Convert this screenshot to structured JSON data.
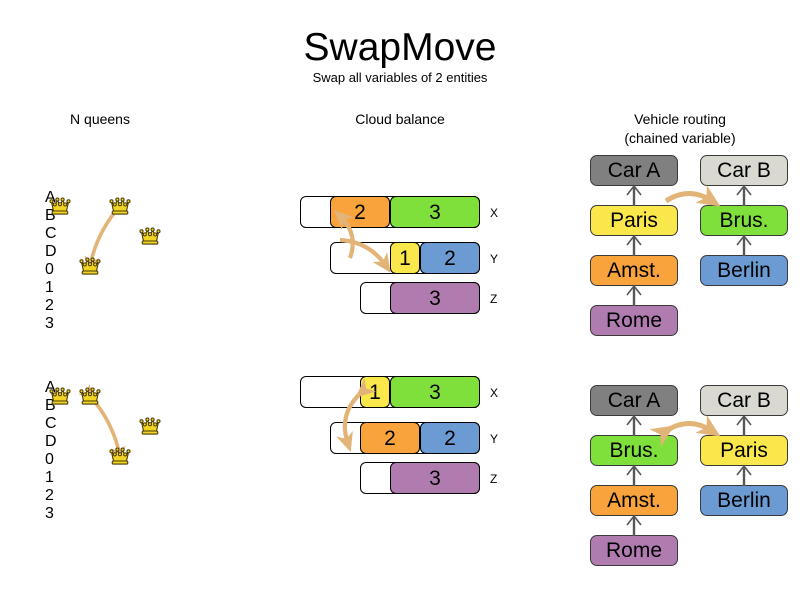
{
  "header": {
    "title": "SwapMove",
    "subtitle": "Swap all variables of 2 entities"
  },
  "columns": [
    {
      "key": "nqueens",
      "title": "N queens"
    },
    {
      "key": "cloud",
      "title": "Cloud balance"
    },
    {
      "key": "routing",
      "title_line1": "Vehicle routing",
      "title_line2": "(chained variable)"
    }
  ],
  "colors": {
    "orange": "#f8a33c",
    "green": "#7fe03c",
    "yellow": "#fae74c",
    "blue": "#6b9bd2",
    "purple": "#b07cb0",
    "dark_gray": "#808080",
    "light_gray": "#d9d9d2",
    "board_dark": "#b6b6b2",
    "board_light": "#ffffff",
    "queen_gold": "#f2d522",
    "arrow": "#e3b477"
  },
  "nqueens": {
    "column_labels": [
      "A",
      "B",
      "C",
      "D"
    ],
    "row_labels": [
      "0",
      "1",
      "2",
      "3"
    ],
    "before": {
      "queens": [
        {
          "col": 0,
          "row": 0
        },
        {
          "col": 2,
          "row": 0
        },
        {
          "col": 3,
          "row": 1
        },
        {
          "col": 1,
          "row": 2
        }
      ],
      "move": {
        "from_col": 2,
        "from_row": 0,
        "to_col": 1,
        "to_row": 2,
        "double_headed": false
      }
    },
    "after": {
      "queens": [
        {
          "col": 0,
          "row": 0
        },
        {
          "col": 1,
          "row": 0
        },
        {
          "col": 3,
          "row": 1
        },
        {
          "col": 2,
          "row": 2
        }
      ],
      "move": {
        "from_col": 1,
        "from_row": 0,
        "to_col": 2,
        "to_row": 2,
        "double_headed": true
      }
    }
  },
  "cloud_balance": {
    "before": {
      "rows": [
        {
          "label": "X",
          "segments": [
            {
              "value": "2",
              "color": "#f8a33c"
            },
            {
              "value": "3",
              "color": "#7fe03c"
            }
          ]
        },
        {
          "label": "Y",
          "segments": [
            {
              "value": "1",
              "color": "#fae74c"
            },
            {
              "value": "2",
              "color": "#6b9bd2"
            }
          ]
        },
        {
          "label": "Z",
          "segments": [
            {
              "value": "3",
              "color": "#b07cb0"
            }
          ]
        }
      ]
    },
    "after": {
      "rows": [
        {
          "label": "X",
          "segments": [
            {
              "value": "1",
              "color": "#fae74c"
            },
            {
              "value": "3",
              "color": "#7fe03c"
            }
          ]
        },
        {
          "label": "Y",
          "segments": [
            {
              "value": "2",
              "color": "#f8a33c"
            },
            {
              "value": "2",
              "color": "#6b9bd2"
            }
          ]
        },
        {
          "label": "Z",
          "segments": [
            {
              "value": "3",
              "color": "#b07cb0"
            }
          ]
        }
      ]
    }
  },
  "vehicle_routing": {
    "before": {
      "chain_a": [
        {
          "label": "Car A",
          "color": "#808080"
        },
        {
          "label": "Paris",
          "color": "#fae74c"
        },
        {
          "label": "Amst.",
          "color": "#f8a33c"
        },
        {
          "label": "Rome",
          "color": "#b07cb0"
        }
      ],
      "chain_b": [
        {
          "label": "Car B",
          "color": "#d9d9d2"
        },
        {
          "label": "Brus.",
          "color": "#7fe03c"
        },
        {
          "label": "Berlin",
          "color": "#6b9bd2"
        }
      ],
      "swap_double_headed": false
    },
    "after": {
      "chain_a": [
        {
          "label": "Car A",
          "color": "#808080"
        },
        {
          "label": "Brus.",
          "color": "#7fe03c"
        },
        {
          "label": "Amst.",
          "color": "#f8a33c"
        },
        {
          "label": "Rome",
          "color": "#b07cb0"
        }
      ],
      "chain_b": [
        {
          "label": "Car B",
          "color": "#d9d9d2"
        },
        {
          "label": "Paris",
          "color": "#fae74c"
        },
        {
          "label": "Berlin",
          "color": "#6b9bd2"
        }
      ],
      "swap_double_headed": true
    }
  }
}
